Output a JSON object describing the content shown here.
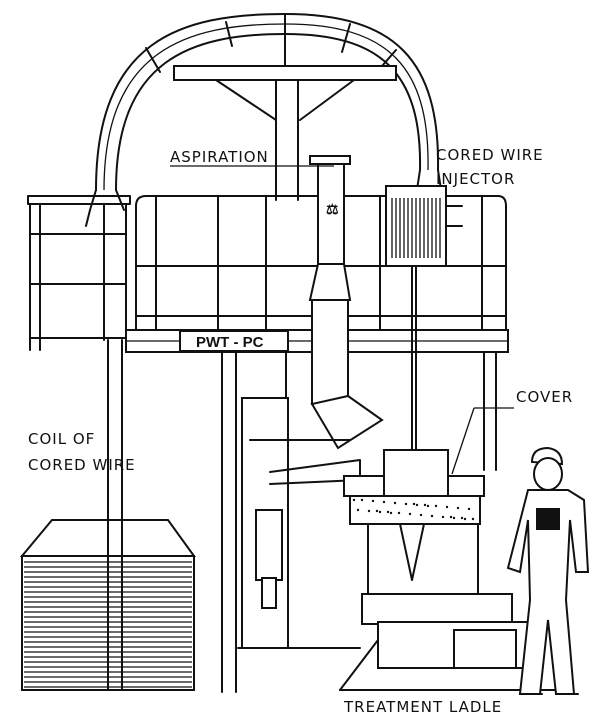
{
  "labels": {
    "aspiration": "ASPIRATION",
    "cored_wire_line1": "CORED WIRE",
    "cored_wire_line2": "INJECTOR",
    "cover": "COVER",
    "coil_line1": "COIL OF",
    "coil_line2": "CORED WIRE",
    "treatment_ladle": "TREATMENT LADLE",
    "plate": "PWT - PC"
  },
  "colors": {
    "ink": "#111111",
    "paper": "#ffffff"
  }
}
